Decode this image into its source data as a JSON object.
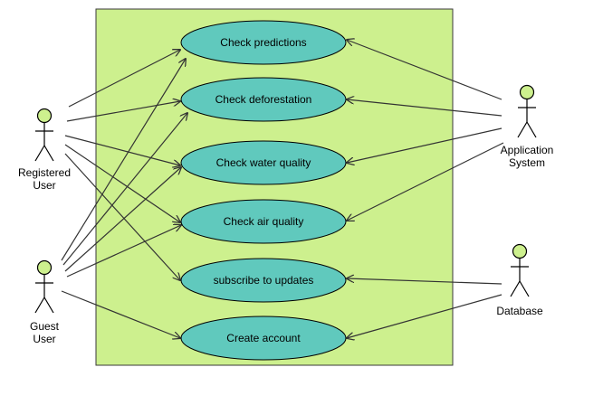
{
  "colors": {
    "background": "#ffffff",
    "system_fill": "#cdf08e",
    "system_stroke": "#3a3a3a",
    "usecase_fill": "#60c9bd",
    "usecase_stroke": "#000000",
    "actor_head_fill": "#cdf08e",
    "line": "#333333"
  },
  "actors": [
    {
      "id": "registered",
      "name": [
        "Registered",
        "User"
      ],
      "icon": "stick-figure-icon"
    },
    {
      "id": "guest",
      "name": [
        "Guest",
        "User"
      ],
      "icon": "stick-figure-icon"
    },
    {
      "id": "application",
      "name": [
        "Application",
        "System"
      ],
      "icon": "stick-figure-icon"
    },
    {
      "id": "database",
      "name": [
        "Database"
      ],
      "icon": "stick-figure-icon"
    }
  ],
  "use_cases": [
    {
      "id": "predictions",
      "label": "Check predictions"
    },
    {
      "id": "deforestation",
      "label": "Check deforestation"
    },
    {
      "id": "water",
      "label": "Check water quality"
    },
    {
      "id": "air",
      "label": "Check air quality"
    },
    {
      "id": "subscribe",
      "label": "subscribe to updates"
    },
    {
      "id": "account",
      "label": "Create account"
    }
  ],
  "associations": [
    {
      "from": "registered",
      "to": "predictions"
    },
    {
      "from": "registered",
      "to": "deforestation"
    },
    {
      "from": "registered",
      "to": "water"
    },
    {
      "from": "registered",
      "to": "air"
    },
    {
      "from": "registered",
      "to": "subscribe"
    },
    {
      "from": "guest",
      "to": "predictions"
    },
    {
      "from": "guest",
      "to": "deforestation"
    },
    {
      "from": "guest",
      "to": "water"
    },
    {
      "from": "guest",
      "to": "air"
    },
    {
      "from": "guest",
      "to": "account"
    },
    {
      "from": "application",
      "to": "predictions"
    },
    {
      "from": "application",
      "to": "deforestation"
    },
    {
      "from": "application",
      "to": "water"
    },
    {
      "from": "application",
      "to": "air"
    },
    {
      "from": "database",
      "to": "subscribe"
    },
    {
      "from": "database",
      "to": "account"
    }
  ]
}
